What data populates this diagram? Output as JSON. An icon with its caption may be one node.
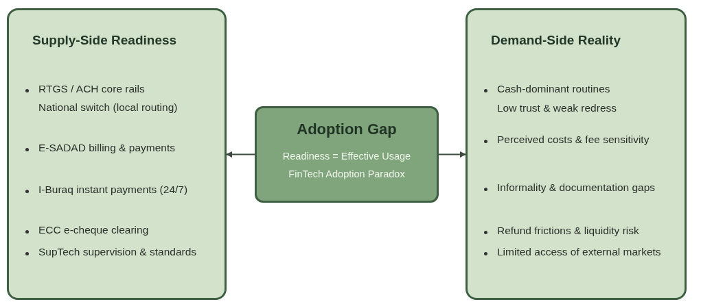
{
  "diagram": {
    "nodes": [
      {
        "text": [
          "Supply-Side Readiness",
          "RTGS / ACH core rails",
          "National switch (local routing)",
          "E-SADAD billing & payments",
          "I-Buraq instant payments (24/7)",
          "ECC e-cheque clearing",
          "SupTech supervision & standards"
        ]
      },
      {
        "text": [
          "Adoption Gap",
          "Readiness = Effective Usage",
          "FinTech Adoption Paradox"
        ]
      },
      {
        "text": [
          "Demand-Side Reality",
          "Cash-dominant routines",
          "Low trust & weak redress",
          "Perceived costs & fee sensitivity",
          "Informality & documentation gaps",
          "Refund frictions & liquidity risk",
          "Limited access of external markets"
        ]
      }
    ],
    "edges": [
      {
        "from": 1,
        "to": 0,
        "arrow": "to"
      },
      {
        "from": 1,
        "to": 2,
        "arrow": "to"
      }
    ]
  }
}
